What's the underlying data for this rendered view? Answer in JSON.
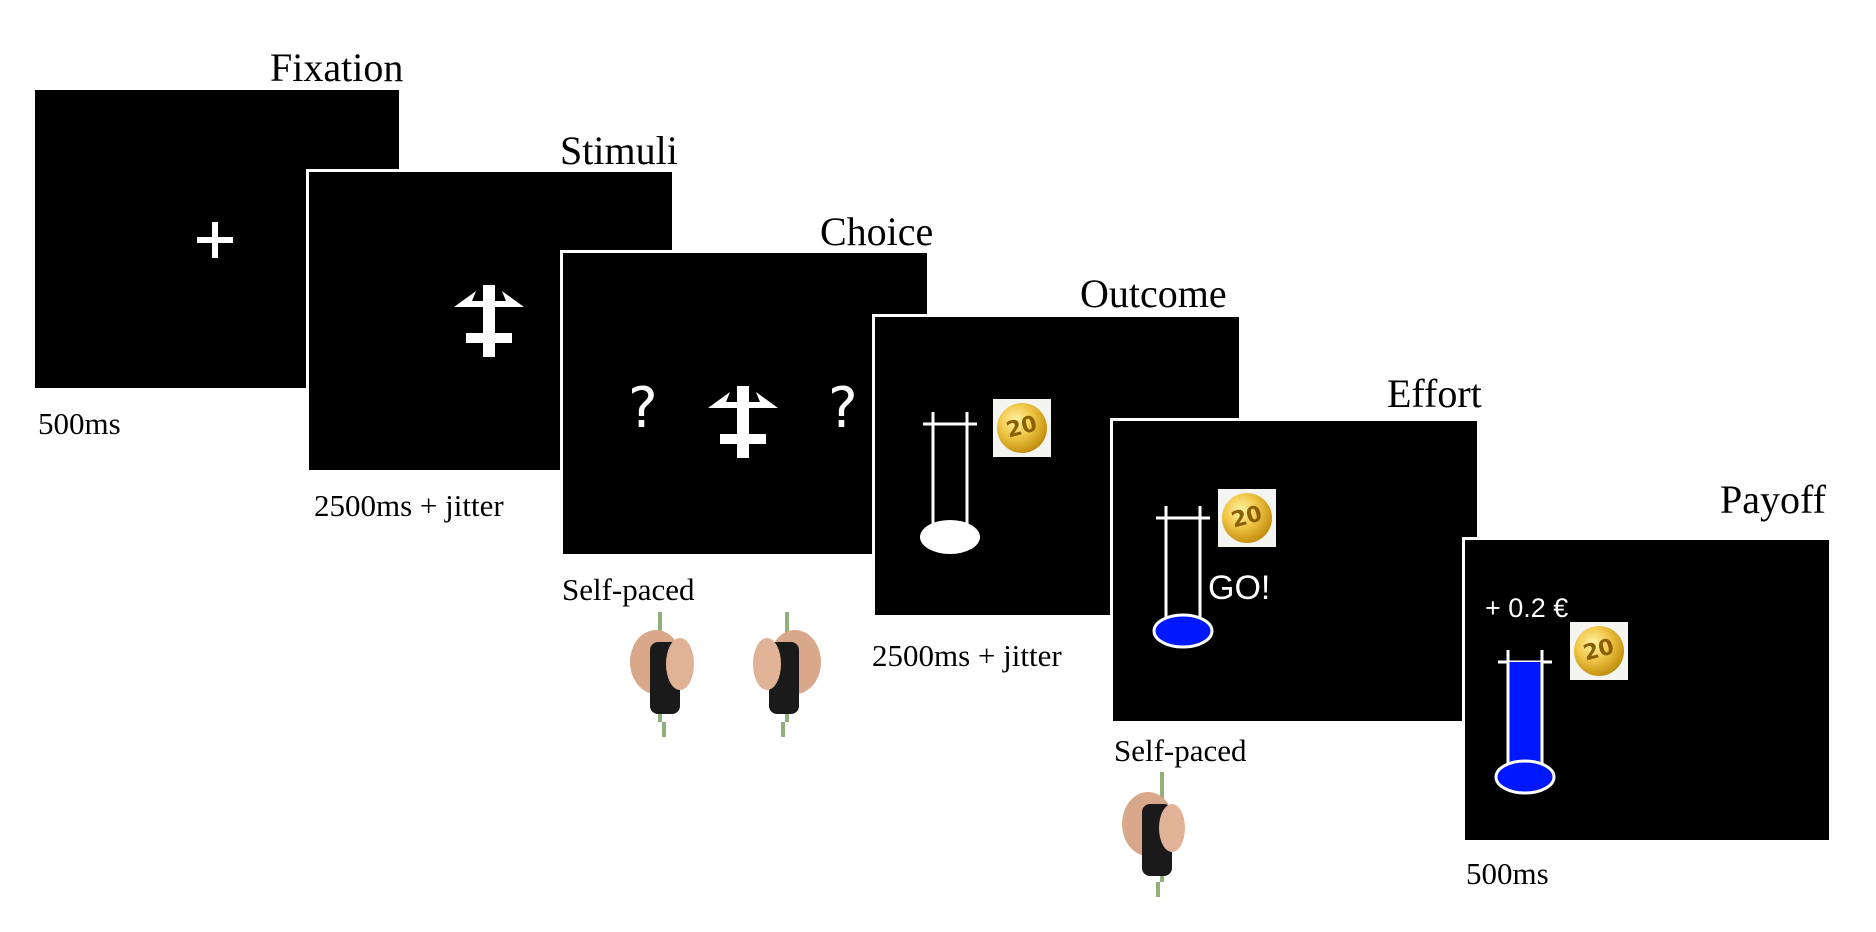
{
  "colors": {
    "screen_bg": "#000000",
    "effort_blue": "#0018ff",
    "coin_gold": "#e0b030"
  },
  "icons": {
    "fixation": "fixation-cross",
    "stimulus": "abstract-symbol",
    "gauge": "thermometer-gauge",
    "coin": "20-cent-euro-coin",
    "grip": "hand-grip-dynamometer"
  },
  "steps": {
    "fixation": {
      "title": "Fixation",
      "duration": "500ms"
    },
    "stimuli": {
      "title": "Stimuli",
      "duration": "2500ms + jitter"
    },
    "choice": {
      "title": "Choice",
      "duration": "Self-paced",
      "left_mark": "?",
      "right_mark": "?"
    },
    "outcome": {
      "title": "Outcome",
      "duration": "2500ms + jitter"
    },
    "effort": {
      "title": "Effort",
      "duration": "Self-paced",
      "cue": "GO!",
      "fill_level": 0.0
    },
    "payoff": {
      "title": "Payoff",
      "duration": "500ms",
      "reward": "+ 0.2 €",
      "fill_level": 1.0
    }
  }
}
